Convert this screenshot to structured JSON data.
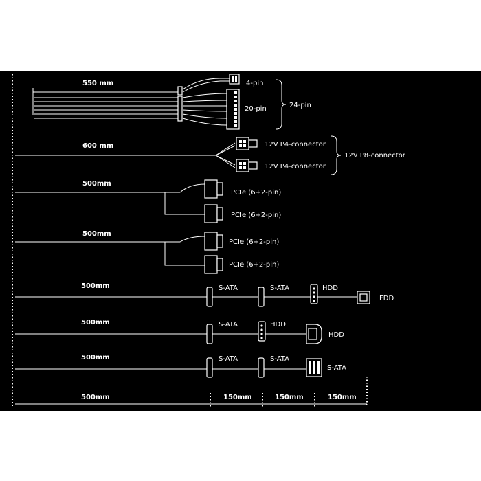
{
  "cables": {
    "atx": {
      "length": "550 mm",
      "c4": "4-pin",
      "c20": "20-pin",
      "c24": "24-pin"
    },
    "cpu": {
      "length": "600 mm",
      "p4a": "12V P4-connector",
      "p4b": "12V P4-connector",
      "p8": "12V P8-connector"
    },
    "pcie1": {
      "length": "500mm",
      "a": "PCIe (6+2-pin)",
      "b": "PCIe (6+2-pin)"
    },
    "pcie2": {
      "length": "500mm",
      "a": "PCIe (6+2-pin)",
      "b": "PCIe (6+2-pin)"
    },
    "per1": {
      "length": "500mm",
      "a": "S-ATA",
      "b": "S-ATA",
      "c": "HDD",
      "d": "FDD"
    },
    "per2": {
      "length": "500mm",
      "a": "S-ATA",
      "b": "HDD",
      "c": "HDD"
    },
    "per3": {
      "length": "500mm",
      "a": "S-ATA",
      "b": "S-ATA",
      "c": "S-ATA"
    }
  },
  "scale": {
    "s1": "500mm",
    "s2": "150mm",
    "s3": "150mm",
    "s4": "150mm"
  }
}
